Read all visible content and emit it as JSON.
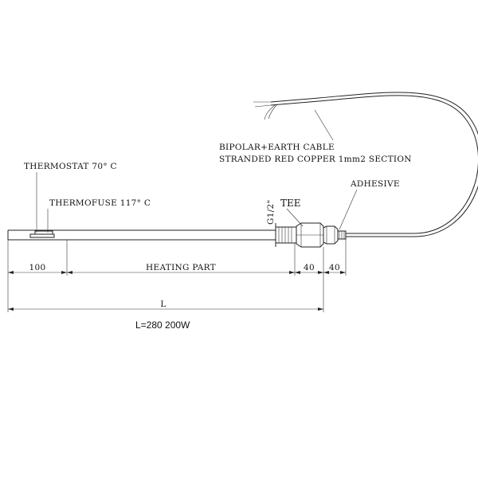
{
  "labels": {
    "thermostat": "THERMOSTAT 70° C",
    "thermofuse": "THERMOFUSE 117° C",
    "cable_line1": "BIPOLAR+EARTH CABLE",
    "cable_line2": "STRANDED RED COPPER 1mm2 SECTION",
    "adhesive": "ADHESIVE",
    "tee": "TEE",
    "thread": "G1/2\""
  },
  "dimensions": {
    "d_100": "100",
    "heating_part": "HEATING PART",
    "d_40_a": "40",
    "d_40_b": "40",
    "total": "L"
  },
  "spec": "L=280 200W"
}
